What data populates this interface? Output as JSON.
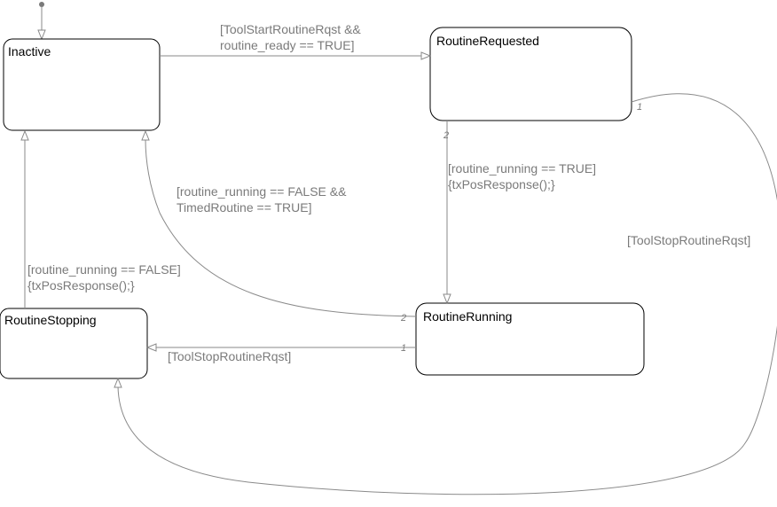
{
  "states": {
    "inactive": "Inactive",
    "routine_requested": "RoutineRequested",
    "routine_running": "RoutineRunning",
    "routine_stopping": "RoutineStopping"
  },
  "transitions": {
    "start": {
      "line1": "[ToolStartRoutineRqst &&",
      "line2": "routine_ready == TRUE]"
    },
    "requested_to_running": {
      "line1": "[routine_running == TRUE]",
      "line2": "{txPosResponse();}",
      "priority": "2"
    },
    "requested_to_stopping": {
      "line1": "[ToolStopRoutineRqst]",
      "priority": "1"
    },
    "running_to_inactive": {
      "line1": "[routine_running == FALSE &&",
      "line2": "TimedRoutine == TRUE]",
      "priority": "2"
    },
    "running_to_stopping": {
      "line1": "[ToolStopRoutineRqst]",
      "priority": "1"
    },
    "stopping_to_inactive": {
      "line1": "[routine_running == FALSE]",
      "line2": "{txPosResponse();}"
    }
  },
  "colors": {
    "state_border": "#000000",
    "transition": "#8a8a8a",
    "transition_text": "#7a7a7a"
  }
}
